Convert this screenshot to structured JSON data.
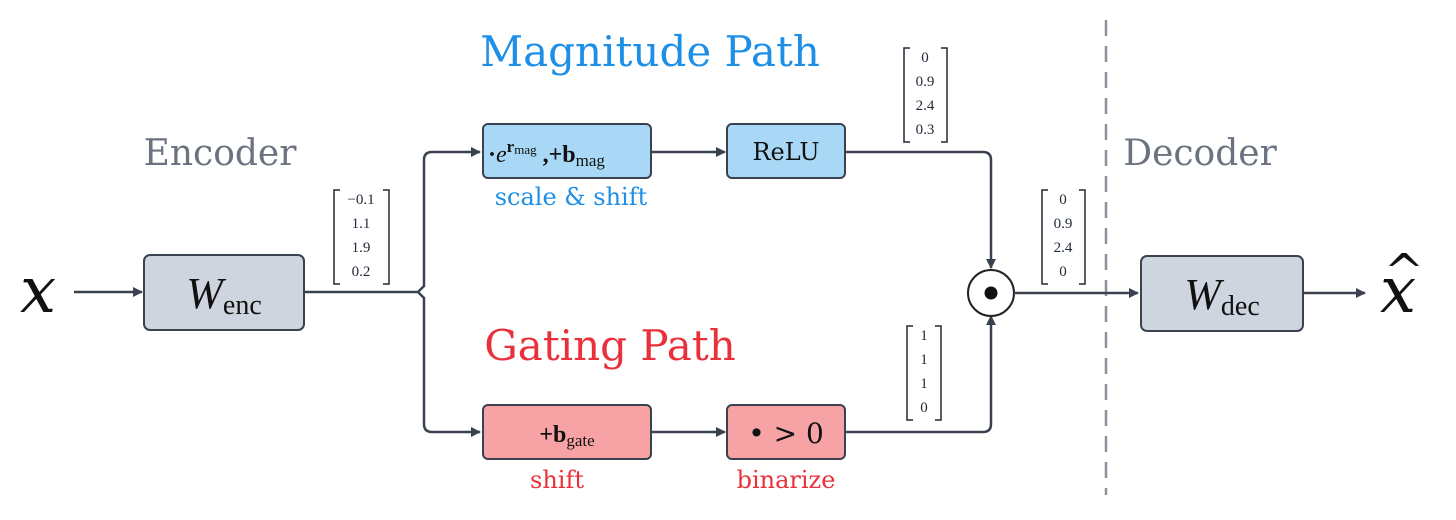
{
  "colors": {
    "magnitude": "#1e8fe6",
    "gating": "#e8313a",
    "section_label": "#6b7280",
    "box_gray": "#cfd5de",
    "box_blue": "#a9d8f7",
    "box_red": "#f7a3a6",
    "stroke": "#3a4250"
  },
  "labels": {
    "magnitude_path": "Magnitude Path",
    "gating_path": "Gating Path",
    "encoder": "Encoder",
    "decoder": "Decoder",
    "scale_shift": "scale & shift",
    "shift": "shift",
    "binarize": "binarize"
  },
  "nodes": {
    "input": "x",
    "output": "x",
    "output_accent": "^",
    "w_enc": {
      "main": "W",
      "sub": "enc"
    },
    "w_dec": {
      "main": "W",
      "sub": "dec"
    },
    "mag": {
      "dot": "·",
      "e": "e",
      "r": "r",
      "r_sub": "mag",
      "plus": ",+",
      "b": "b",
      "b_sub": "mag"
    },
    "relu": "ReLU",
    "gate": {
      "plus": "+",
      "b": "b",
      "b_sub": "gate"
    },
    "binarizer": "• > 0",
    "multiply_icon": "hadamard-product"
  },
  "vectors": {
    "encoded": [
      "−0.1",
      "1.1",
      "1.9",
      "0.2"
    ],
    "relu_out": [
      "0",
      "0.9",
      "2.4",
      "0.3"
    ],
    "gate_out": [
      "1",
      "1",
      "1",
      "0"
    ],
    "product": [
      "0",
      "0.9",
      "2.4",
      "0"
    ]
  }
}
